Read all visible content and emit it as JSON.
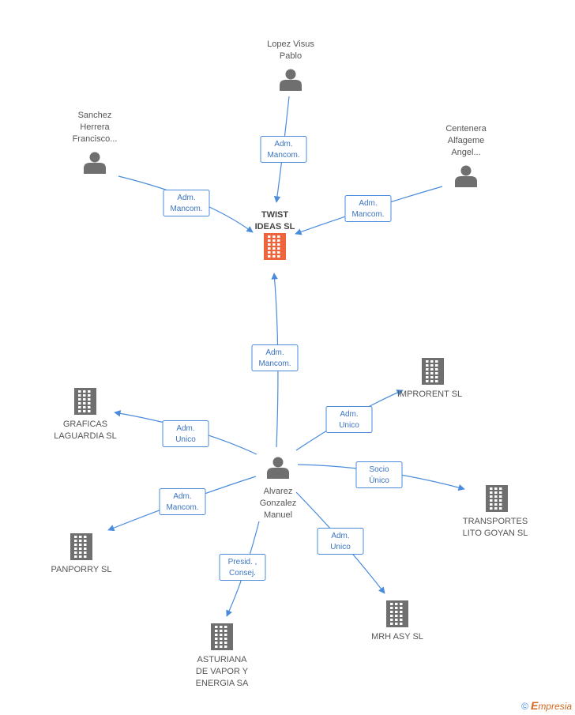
{
  "nodes": [
    {
      "id": "twist",
      "type": "company",
      "main": true,
      "label": [
        "TWIST",
        "IDEAS SL"
      ]
    },
    {
      "id": "lopez",
      "type": "person",
      "label": [
        "Lopez Visus",
        "Pablo"
      ]
    },
    {
      "id": "sanchez",
      "type": "person",
      "label": [
        "Sanchez",
        "Herrera",
        "Francisco..."
      ]
    },
    {
      "id": "centenera",
      "type": "person",
      "label": [
        "Centenera",
        "Alfageme",
        "Angel..."
      ]
    },
    {
      "id": "alvarez",
      "type": "person",
      "label": [
        "Alvarez",
        "Gonzalez",
        "Manuel"
      ]
    },
    {
      "id": "improrent",
      "type": "company",
      "label": [
        "IMPRORENT SL"
      ]
    },
    {
      "id": "graficas",
      "type": "company",
      "label": [
        "GRAFICAS",
        "LAGUARDIA SL"
      ]
    },
    {
      "id": "transportes",
      "type": "company",
      "label": [
        "TRANSPORTES",
        "LITO GOYAN  SL"
      ]
    },
    {
      "id": "panporry",
      "type": "company",
      "label": [
        "PANPORRY SL"
      ]
    },
    {
      "id": "mrh",
      "type": "company",
      "label": [
        "MRH ASY SL"
      ]
    },
    {
      "id": "asturiana",
      "type": "company",
      "label": [
        "ASTURIANA",
        "DE VAPOR Y",
        "ENERGIA SA"
      ]
    }
  ],
  "edges": [
    {
      "from": "lopez",
      "to": "twist",
      "label": [
        "Adm.",
        "Mancom."
      ]
    },
    {
      "from": "sanchez",
      "to": "twist",
      "label": [
        "Adm.",
        "Mancom."
      ]
    },
    {
      "from": "centenera",
      "to": "twist",
      "label": [
        "Adm.",
        "Mancom."
      ]
    },
    {
      "from": "alvarez",
      "to": "twist",
      "label": [
        "Adm.",
        "Mancom."
      ]
    },
    {
      "from": "alvarez",
      "to": "improrent",
      "label": [
        "Adm.",
        "Unico"
      ]
    },
    {
      "from": "alvarez",
      "to": "graficas",
      "label": [
        "Adm.",
        "Unico"
      ]
    },
    {
      "from": "alvarez",
      "to": "transportes",
      "label": [
        "Socio",
        "Único"
      ]
    },
    {
      "from": "alvarez",
      "to": "panporry",
      "label": [
        "Adm.",
        "Mancom."
      ]
    },
    {
      "from": "alvarez",
      "to": "mrh",
      "label": [
        "Adm.",
        "Unico"
      ]
    },
    {
      "from": "alvarez",
      "to": "asturiana",
      "label": [
        "Presid. ,",
        "Consej."
      ]
    }
  ],
  "colors": {
    "edge": "#4a8cdb",
    "main_company": "#f0643c",
    "node_icon": "#6f6f6f",
    "label_text": "#555555"
  },
  "icons": {
    "person": "person-icon",
    "company": "building-icon"
  },
  "footer": {
    "copyright": "©",
    "brand_initial": "E",
    "brand_rest": "mpresia"
  }
}
